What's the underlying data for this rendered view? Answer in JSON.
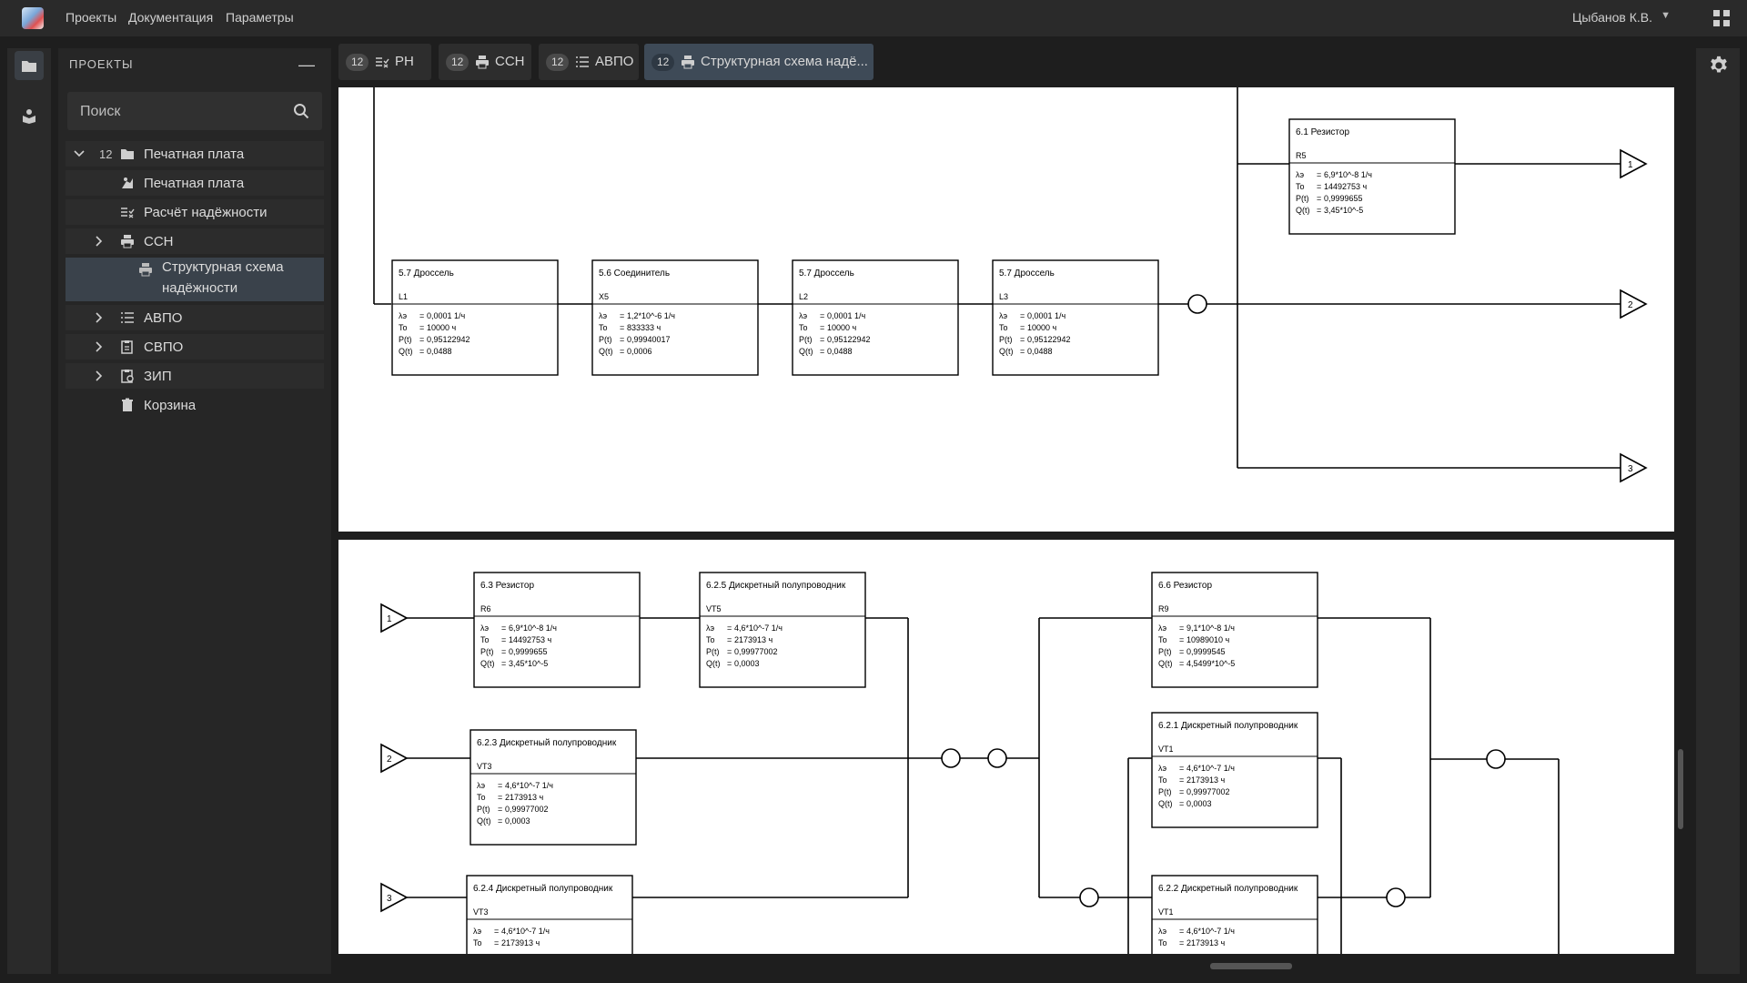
{
  "menu": [
    "Проекты",
    "Документация",
    "Параметры"
  ],
  "user": "Цыбанов К.В.",
  "sidebar": {
    "title": "ПРОЕКТЫ",
    "search_placeholder": "Поиск",
    "tree": [
      {
        "label": "Печатная плата",
        "count": "12",
        "icon": "folder-icon"
      },
      {
        "label": "Печатная плата",
        "icon": "pcb-icon"
      },
      {
        "label": "Расчёт надёжности",
        "icon": "calc-list-icon"
      },
      {
        "label": "ССН",
        "icon": "printer-icon"
      },
      {
        "label": "Структурная схема",
        "label2": "надёжности",
        "icon": "printer-icon"
      },
      {
        "label": "АВПО",
        "icon": "list-icon"
      },
      {
        "label": "СВПО",
        "icon": "clipboard-icon"
      },
      {
        "label": "ЗИП",
        "icon": "clipboard-gear-icon"
      },
      {
        "label": "Корзина",
        "icon": "trash-icon"
      }
    ]
  },
  "tabs": [
    {
      "badge": "12",
      "label": "РН",
      "icon": "calc-list-icon"
    },
    {
      "badge": "12",
      "label": "ССН",
      "icon": "printer-icon"
    },
    {
      "badge": "12",
      "label": "АВПО",
      "icon": "list-icon"
    },
    {
      "badge": "12",
      "label": "Структурная схема надё...",
      "icon": "printer-icon",
      "active": true
    }
  ],
  "diagram": {
    "blocks_top": [
      {
        "title": "5.7 Дроссель",
        "ref": "L1",
        "l": "0,0001 1/ч",
        "to": "10000 ч",
        "p": "0,95122942",
        "q": "0,0488"
      },
      {
        "title": "5.6 Соединитель",
        "ref": "X5",
        "l": "1,2*10^-6 1/ч",
        "to": "833333 ч",
        "p": "0,99940017",
        "q": "0,0006"
      },
      {
        "title": "5.7 Дроссель",
        "ref": "L2",
        "l": "0,0001 1/ч",
        "to": "10000 ч",
        "p": "0,95122942",
        "q": "0,0488"
      },
      {
        "title": "5.7 Дроссель",
        "ref": "L3",
        "l": "0,0001 1/ч",
        "to": "10000 ч",
        "p": "0,95122942",
        "q": "0,0488"
      },
      {
        "title": "6.1 Резистор",
        "ref": "R5",
        "l": "6,9*10^-8 1/ч",
        "to": "14492753 ч",
        "p": "0,9999655",
        "q": "3,45*10^-5"
      }
    ],
    "blocks_bottom": [
      {
        "title": "6.3 Резистор",
        "ref": "R6",
        "l": "6,9*10^-8 1/ч",
        "to": "14492753 ч",
        "p": "0,9999655",
        "q": "3,45*10^-5"
      },
      {
        "title": "6.2.5 Дискретный полупроводник",
        "ref": "VT5",
        "l": "4,6*10^-7 1/ч",
        "to": "2173913 ч",
        "p": "0,99977002",
        "q": "0,0003"
      },
      {
        "title": "6.2.3 Дискретный полупроводник",
        "ref": "VT3",
        "l": "4,6*10^-7 1/ч",
        "to": "2173913 ч",
        "p": "0,99977002",
        "q": "0,0003"
      },
      {
        "title": "6.2.4 Дискретный полупроводник",
        "ref": "VT3",
        "l": "4,6*10^-7 1/ч",
        "to": "2173913 ч",
        "p": "",
        "q": ""
      },
      {
        "title": "6.6 Резистор",
        "ref": "R9",
        "l": "9,1*10^-8 1/ч",
        "to": "10989010 ч",
        "p": "0,9999545",
        "q": "4,5499*10^-5"
      },
      {
        "title": "6.2.1 Дискретный полупроводник",
        "ref": "VT1",
        "l": "4,6*10^-7 1/ч",
        "to": "2173913 ч",
        "p": "0,99977002",
        "q": "0,0003"
      },
      {
        "title": "6.2.2 Дискретный полупроводник",
        "ref": "VT1",
        "l": "4,6*10^-7 1/ч",
        "to": "2173913 ч",
        "p": "",
        "q": ""
      }
    ],
    "out_ports": [
      "1",
      "2",
      "3"
    ],
    "in_ports": [
      "1",
      "2",
      "3"
    ],
    "row_labels": {
      "lambda": "λэ",
      "to": "To",
      "p": "P(t)",
      "q": "Q(t)"
    }
  }
}
